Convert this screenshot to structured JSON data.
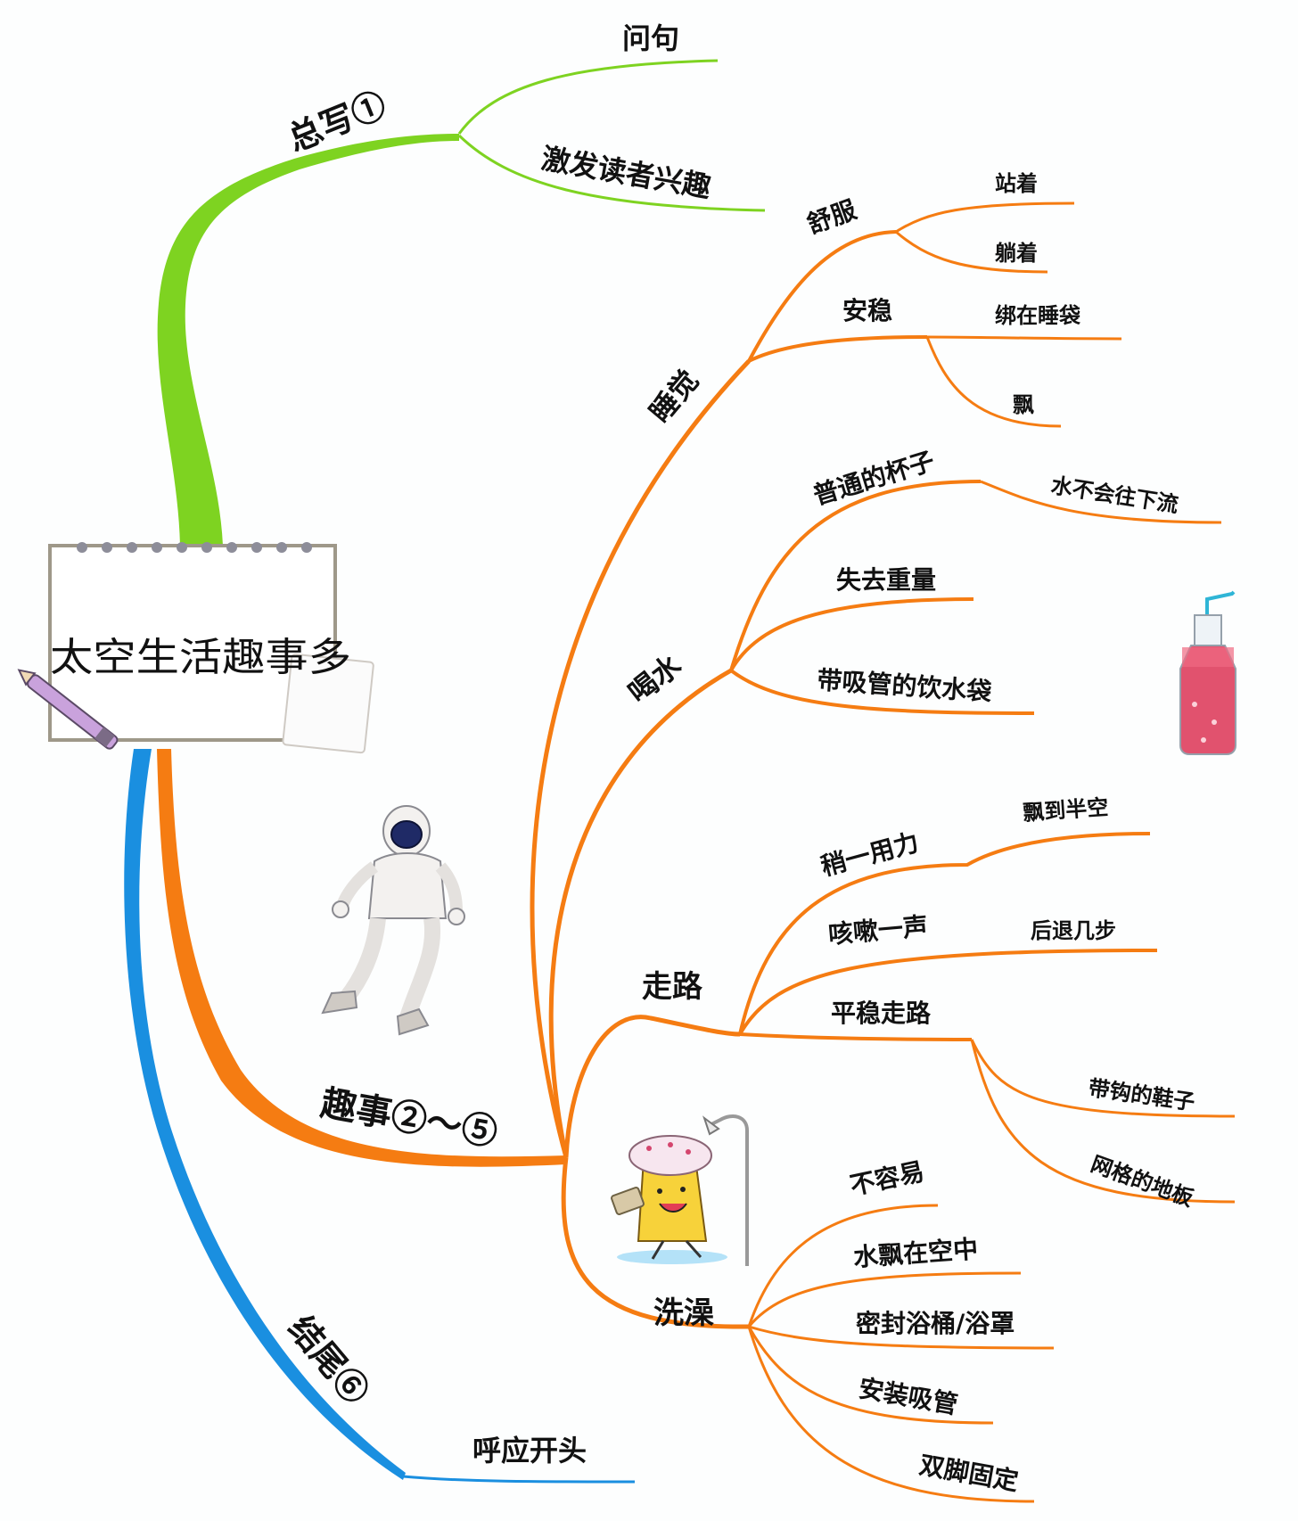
{
  "root": {
    "title": "太空生活趣事多"
  },
  "branches": {
    "intro": {
      "label": "总写①",
      "children": [
        "问句",
        "激发读者兴趣"
      ]
    },
    "stories": {
      "label": "趣事②～⑤",
      "sleep": {
        "label": "睡觉",
        "comfort": {
          "label": "舒服",
          "children": [
            "站着",
            "躺着"
          ]
        },
        "stable": {
          "label": "安稳",
          "children": [
            "绑在睡袋",
            "飘"
          ]
        }
      },
      "drink": {
        "label": "喝水",
        "cup": {
          "label": "普通的杯子",
          "child": "水不会往下流"
        },
        "weightless": "失去重量",
        "pouch": "带吸管的饮水袋"
      },
      "walk": {
        "label": "走路",
        "force": {
          "label": "稍一用力",
          "child": "飘到半空"
        },
        "cough": {
          "label": "咳嗽一声",
          "child": "后退几步"
        },
        "steady": {
          "label": "平稳走路",
          "children": [
            "带钩的鞋子",
            "网格的地板"
          ]
        }
      },
      "bath": {
        "label": "洗澡",
        "children": [
          "不容易",
          "水飘在空中",
          "密封浴桶/浴罩",
          "安装吸管",
          "双脚固定"
        ]
      }
    },
    "ending": {
      "label": "结尾⑥",
      "children": [
        "呼应开头"
      ]
    }
  },
  "colors": {
    "intro": "#7ed321",
    "stories": "#f57c12",
    "ending": "#1a8fe0",
    "background": "#fdfefe"
  },
  "icons": [
    "notepad-icon",
    "pen-icon",
    "astronaut-icon",
    "water-bottle-icon",
    "shower-cartoon-icon"
  ]
}
